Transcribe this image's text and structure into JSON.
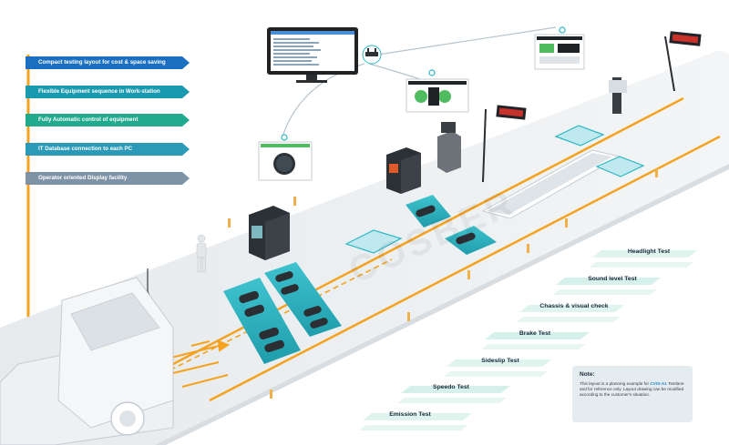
{
  "features": [
    {
      "label": "Compact testing layout for cost & space saving",
      "color": "#1a6fc0"
    },
    {
      "label": "Flexible Equipment sequence in Work-station",
      "color": "#1a9ab0"
    },
    {
      "label": "Fully Automatic control of equipment",
      "color": "#22aa8e"
    },
    {
      "label": "IT Database connection to each PC",
      "color": "#2a9ab8"
    },
    {
      "label": "Operator oriented Display facility",
      "color": "#7e93a6"
    }
  ],
  "stages": [
    {
      "label": "Headlight Test"
    },
    {
      "label": "Sound level Test"
    },
    {
      "label": "Chassis & visual check"
    },
    {
      "label": "Brake Test"
    },
    {
      "label": "Sideslip Test"
    },
    {
      "label": "Speedo Test"
    },
    {
      "label": "Emission Test"
    }
  ],
  "watermark": "COSBER",
  "note": {
    "title": "Note:",
    "body_prefix": "This layout is a planning example for ",
    "model": "CVIS-A1",
    "body_suffix": " Testlane and for reference only. Layout drawing can be modified according to the customer's situation."
  },
  "colors": {
    "accent_orange": "#f5a21e",
    "teal": "#2ab7c4",
    "floor": "#eef1f3",
    "floor_edge": "#d8dde1"
  }
}
